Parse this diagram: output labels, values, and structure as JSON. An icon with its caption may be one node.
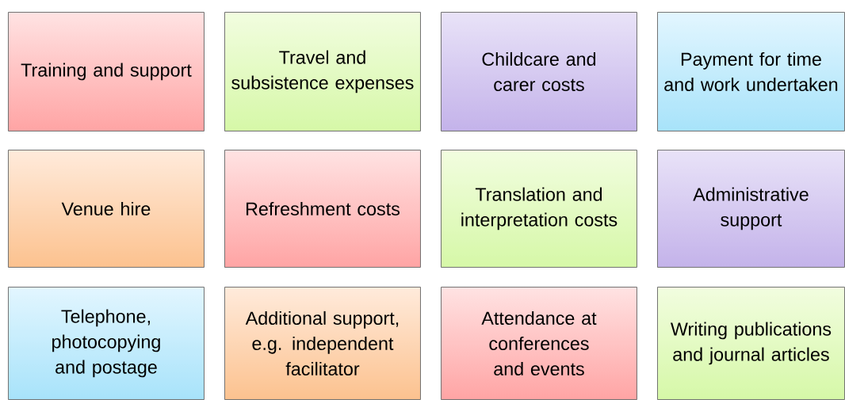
{
  "diagram": {
    "nodes": [
      {
        "text": [
          "Training and support"
        ]
      },
      {
        "text": [
          "Travel and subsistence expenses"
        ]
      },
      {
        "text": [
          "Childcare and carer costs"
        ]
      },
      {
        "text": [
          "Payment for time and work undertaken"
        ]
      },
      {
        "text": [
          "Venue hire"
        ]
      },
      {
        "text": [
          "Refreshment costs"
        ]
      },
      {
        "text": [
          "Translation and interpretation costs"
        ]
      },
      {
        "text": [
          "Administrative support"
        ]
      },
      {
        "text": [
          "Telephone, photocopying and postage"
        ]
      },
      {
        "text": [
          "Additional support, e.g. independent facilitator"
        ]
      },
      {
        "text": [
          "Attendance at conferences and events"
        ]
      },
      {
        "text": [
          "Writing publications and journal articles"
        ]
      }
    ]
  }
}
